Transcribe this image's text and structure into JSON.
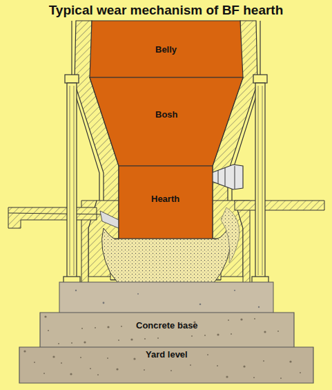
{
  "diagram": {
    "title": "Typical wear mechanism of BF hearth",
    "nodes": [
      {
        "text": [
          "Belly"
        ]
      },
      {
        "text": [
          "Bosh"
        ]
      },
      {
        "text": [
          "Hearth"
        ]
      },
      {
        "text": [
          "Concrete base"
        ]
      },
      {
        "text": [
          "Yard level"
        ]
      }
    ]
  }
}
